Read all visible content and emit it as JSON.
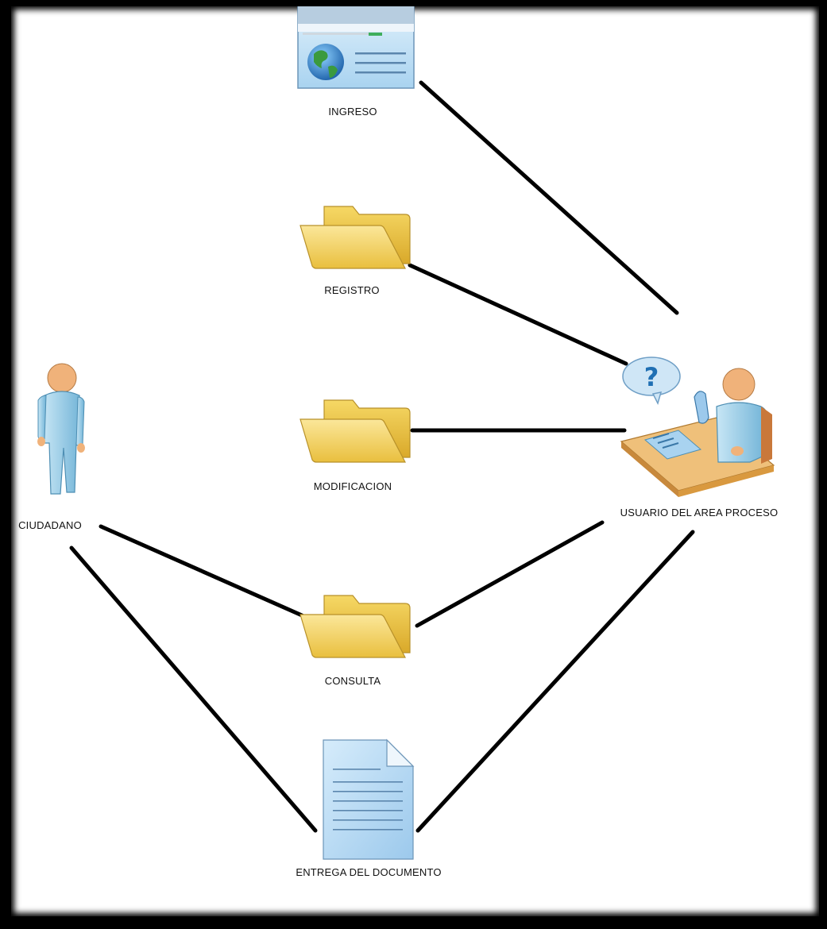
{
  "nodes": {
    "ingreso": {
      "label": "INGRESO",
      "icon": "web-browser-icon"
    },
    "registro": {
      "label": "REGISTRO",
      "icon": "folder-icon"
    },
    "modificacion": {
      "label": "MODIFICACION",
      "icon": "folder-icon"
    },
    "consulta": {
      "label": "CONSULTA",
      "icon": "folder-icon"
    },
    "entrega": {
      "label": "ENTREGA DEL DOCUMENTO",
      "icon": "document-icon"
    },
    "ciudadano": {
      "label": "CIUDADANO",
      "icon": "person-icon"
    },
    "usuario": {
      "label": "USUARIO DEL AREA PROCESO",
      "icon": "help-desk-icon"
    }
  },
  "edges": [
    [
      "ingreso",
      "usuario"
    ],
    [
      "registro",
      "usuario"
    ],
    [
      "modificacion",
      "usuario"
    ],
    [
      "consulta",
      "usuario"
    ],
    [
      "entrega",
      "usuario"
    ],
    [
      "ciudadano",
      "consulta"
    ],
    [
      "ciudadano",
      "entrega"
    ]
  ],
  "colors": {
    "folder_fill": "#f3d35b",
    "folder_stroke": "#b8912a",
    "person_fill": "#9fd1ea",
    "skin": "#f0b27a",
    "desk": "#e8b26a",
    "edge": "#000000"
  }
}
